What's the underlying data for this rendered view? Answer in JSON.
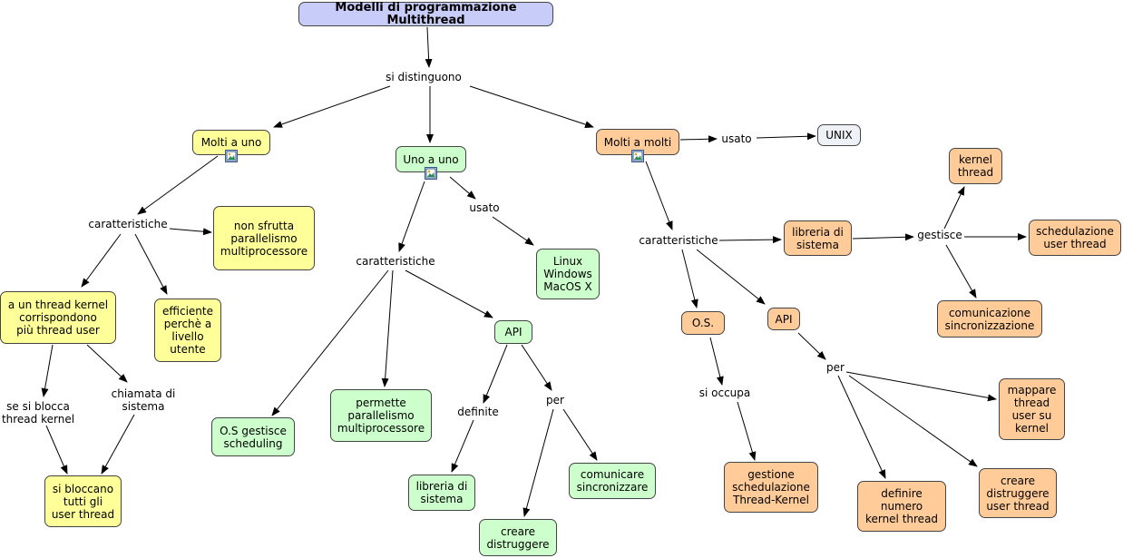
{
  "root": "Modelli di programmazione Multithread",
  "nodes": {
    "molti_a_uno": "Molti a uno",
    "uno_a_uno": "Uno a uno",
    "molti_a_molti": "Molti a molti",
    "unix": "UNIX",
    "mau_non_sfrutta": "non sfrutta\nparallelismo\nmultiprocessore",
    "mau_thread_kernel": "a un thread kernel\ncorrispondono\npiù thread user",
    "mau_efficiente": "efficiente\nperchè a\nlivello\nutente",
    "mau_si_bloccano": "si bloccano\ntutti gli\nuser thread",
    "uau_linux": "Linux\nWindows\nMacOS X",
    "uau_api": "API",
    "uau_os_scheduling": "O.S gestisce\nscheduling",
    "uau_permette": "permette\nparallelismo\nmultiprocessore",
    "uau_libreria": "libreria di\nsistema",
    "uau_creare": "creare\ndistruggere",
    "uau_comunicare": "comunicare\nsincronizzare",
    "mam_libreria": "libreria di\nsistema",
    "mam_kernel_thread": "kernel\nthread",
    "mam_schedulazione": "schedulazione\nuser thread",
    "mam_comunicazione": "comunicazione\nsincronizzazione",
    "mam_os": "O.S.",
    "mam_api": "API",
    "mam_gestione": "gestione\nschedulazione\nThread-Kernel",
    "mam_mappare": "mappare\nthread\nuser su\nkernel",
    "mam_definire": "definire\nnumero\nkernel thread",
    "mam_creare": "creare\ndistruggere\nuser thread"
  },
  "links": {
    "si_distinguono": "si distinguono",
    "mau_caratteristiche": "caratteristiche",
    "mau_se_si_blocca": "se si blocca\nthread kernel",
    "mau_chiamata": "chiamata di\nsistema",
    "uau_usato": "usato",
    "uau_caratteristiche": "caratteristiche",
    "uau_definite": "definite",
    "uau_per": "per",
    "mam_usato": "usato",
    "mam_caratteristiche": "caratteristiche",
    "mam_gestisce": "gestisce",
    "mam_si_occupa": "si occupa",
    "mam_per": "per"
  },
  "colors": {
    "root": "#c8ccf8",
    "molti_a_uno": "#ffff99",
    "uno_a_uno": "#ccffcc",
    "molti_a_molti": "#ffcc99",
    "unix": "#eef2f6"
  },
  "icons": [
    "image-icon",
    "image-icon",
    "image-icon"
  ]
}
